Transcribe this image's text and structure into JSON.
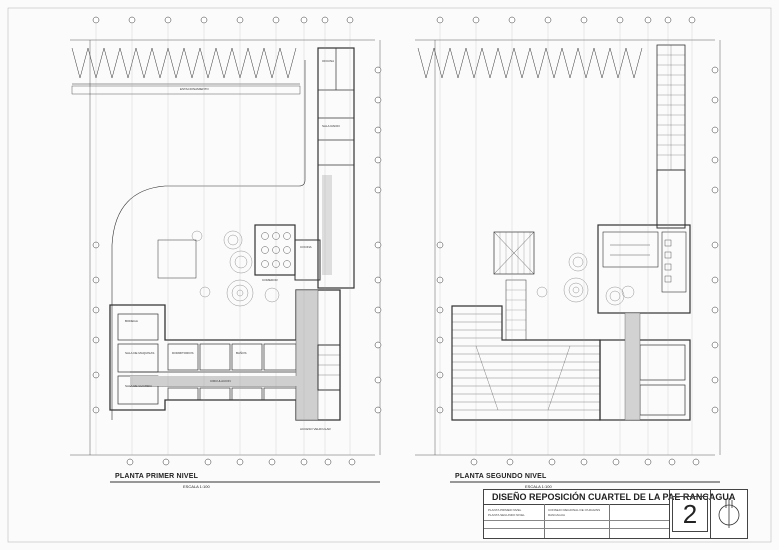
{
  "plans": [
    {
      "title": "PLANTA PRIMER NIVEL",
      "scale": "ESCALA 1:100"
    },
    {
      "title": "PLANTA SEGUNDO NIVEL",
      "scale": "ESCALA 1:100"
    }
  ],
  "room_labels_1": [
    "BODEGA",
    "SALA DE MAQUINAS",
    "SALA DE GUARDIA",
    "DORMITORIOS",
    "BAÑOS",
    "CIRCULACION",
    "ACCESO VEHICULAR",
    "COCINA",
    "COMEDOR",
    "OFICINA",
    "SALA RADIO",
    "ESTACIONAMIENTO"
  ],
  "title_block": {
    "project_title": "DISEÑO REPOSICIÓN CUARTEL DE LA PAE RANCAGUA",
    "sheet_number": "2",
    "lines": [
      "PLANTA PRIMER NIVEL",
      "PLANTA SEGUNDO NIVEL",
      "CONSEJO REGIONAL DE O'HIGGINS",
      "RANCAGUA"
    ]
  }
}
